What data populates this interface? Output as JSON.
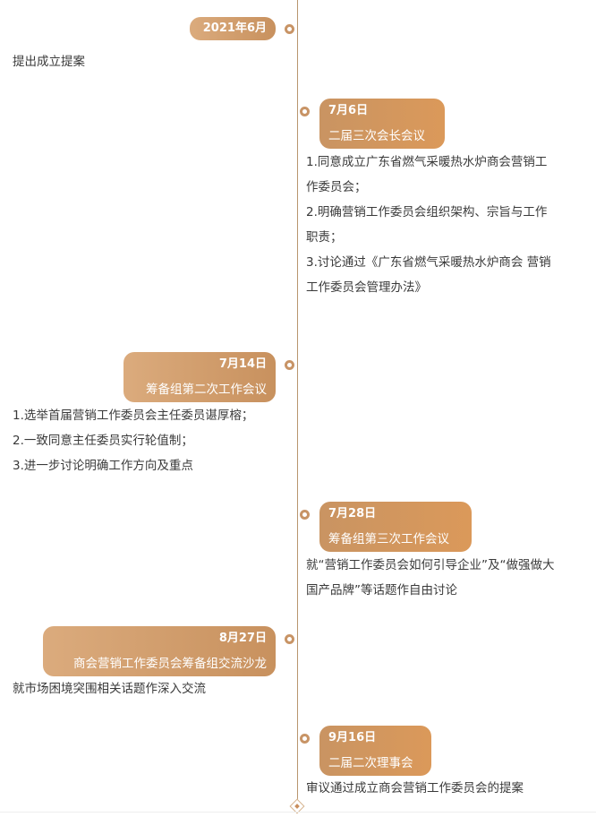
{
  "timeline": {
    "line_color": "#b8966f",
    "dot_color": "#c89466",
    "events": [
      {
        "side": "left",
        "date": "2021年6月",
        "title": "",
        "content": [
          "提出成立提案"
        ]
      },
      {
        "side": "right",
        "date": "7月6日",
        "title": "二届三次会长会议",
        "content": [
          "1.同意成立广东省燃气采暖热水炉商会营销工",
          "作委员会；",
          "2.明确营销工作委员会组织架构、宗旨与工作",
          "职责；",
          "3.讨论通过《广东省燃气采暖热水炉商会 营销",
          "工作委员会管理办法》"
        ]
      },
      {
        "side": "left",
        "date": "7月14日",
        "title": "筹备组第二次工作会议",
        "content": [
          "1.选举首届营销工作委员会主任委员谌厚榕；",
          "2.一致同意主任委员实行轮值制；",
          "3.进一步讨论明确工作方向及重点"
        ]
      },
      {
        "side": "right",
        "date": "7月28日",
        "title": "筹备组第三次工作会议",
        "content": [
          "就“营销工作委员会如何引导企业”及“做强做大",
          "国产品牌”等话题作自由讨论"
        ]
      },
      {
        "side": "left",
        "date": "8月27日",
        "title": "商会营销工作委员会筹备组交流沙龙",
        "content": [
          "就市场困境突围相关话题作深入交流"
        ]
      },
      {
        "side": "right",
        "date": "9月16日",
        "title": "二届二次理事会",
        "content": [
          "审议通过成立商会营销工作委员会的提案"
        ]
      }
    ]
  }
}
